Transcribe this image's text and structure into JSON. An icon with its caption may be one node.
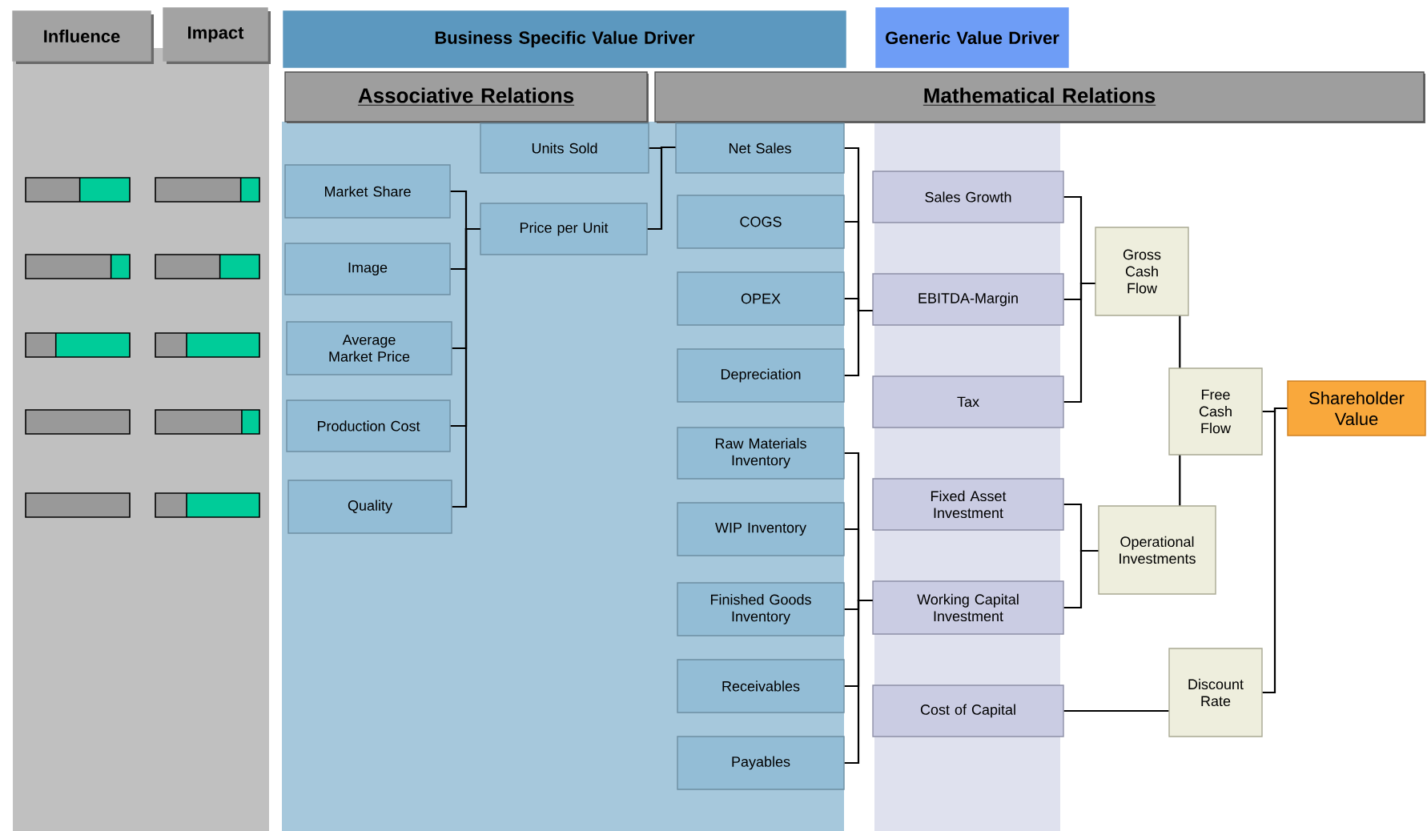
{
  "diagram": {
    "nodes": [
      {
        "text": [
          "Influence"
        ]
      },
      {
        "text": [
          "Impact"
        ]
      },
      {
        "text": [
          "Business Specific Value Driver"
        ]
      },
      {
        "text": [
          "Generic Value Driver"
        ]
      },
      {
        "text": [
          "Associative Relations"
        ]
      },
      {
        "text": [
          "Mathematical Relations"
        ]
      },
      {
        "text": [
          "Market Share"
        ]
      },
      {
        "text": [
          "Image"
        ]
      },
      {
        "text": [
          "Average Market Price"
        ]
      },
      {
        "text": [
          "Production Cost"
        ]
      },
      {
        "text": [
          "Quality"
        ]
      },
      {
        "text": [
          "Units Sold"
        ]
      },
      {
        "text": [
          "Price per Unit"
        ]
      },
      {
        "text": [
          "Net Sales"
        ]
      },
      {
        "text": [
          "COGS"
        ]
      },
      {
        "text": [
          "OPEX"
        ]
      },
      {
        "text": [
          "Depreciation"
        ]
      },
      {
        "text": [
          "Raw Materials Inventory"
        ]
      },
      {
        "text": [
          "WIP Inventory"
        ]
      },
      {
        "text": [
          "Finished Goods Inventory"
        ]
      },
      {
        "text": [
          "Receivables"
        ]
      },
      {
        "text": [
          "Payables"
        ]
      },
      {
        "text": [
          "Sales Growth"
        ]
      },
      {
        "text": [
          "EBITDA-Margin"
        ]
      },
      {
        "text": [
          "Tax"
        ]
      },
      {
        "text": [
          "Fixed Asset Investment"
        ]
      },
      {
        "text": [
          "Working Capital Investment"
        ]
      },
      {
        "text": [
          "Cost of Capital"
        ]
      },
      {
        "text": [
          "Gross Cash Flow"
        ]
      },
      {
        "text": [
          "Free Cash Flow"
        ]
      },
      {
        "text": [
          "Operational Investments"
        ]
      },
      {
        "text": [
          "Discount Rate"
        ]
      },
      {
        "text": [
          "Shareholder Value"
        ]
      }
    ],
    "edges": [
      {
        "from": 6,
        "to": 12,
        "arrow": "none"
      },
      {
        "from": 7,
        "to": 12,
        "arrow": "none"
      },
      {
        "from": 8,
        "to": 12,
        "arrow": "none"
      },
      {
        "from": 9,
        "to": 12,
        "arrow": "none"
      },
      {
        "from": 10,
        "to": 12,
        "arrow": "none"
      },
      {
        "from": 11,
        "to": 13,
        "arrow": "none"
      },
      {
        "from": 12,
        "to": 13,
        "arrow": "none"
      },
      {
        "from": 13,
        "to": 23,
        "arrow": "none"
      },
      {
        "from": 14,
        "to": 23,
        "arrow": "none"
      },
      {
        "from": 15,
        "to": 23,
        "arrow": "none"
      },
      {
        "from": 16,
        "to": 23,
        "arrow": "none"
      },
      {
        "from": 17,
        "to": 26,
        "arrow": "none"
      },
      {
        "from": 18,
        "to": 26,
        "arrow": "none"
      },
      {
        "from": 19,
        "to": 26,
        "arrow": "none"
      },
      {
        "from": 20,
        "to": 26,
        "arrow": "none"
      },
      {
        "from": 21,
        "to": 26,
        "arrow": "none"
      },
      {
        "from": 22,
        "to": 28,
        "arrow": "none"
      },
      {
        "from": 23,
        "to": 28,
        "arrow": "none"
      },
      {
        "from": 24,
        "to": 28,
        "arrow": "none"
      },
      {
        "from": 25,
        "to": 30,
        "arrow": "none"
      },
      {
        "from": 26,
        "to": 30,
        "arrow": "none"
      },
      {
        "from": 28,
        "to": 29,
        "arrow": "none"
      },
      {
        "from": 30,
        "to": 29,
        "arrow": "none"
      },
      {
        "from": 27,
        "to": 31,
        "arrow": "none"
      },
      {
        "from": 29,
        "to": 32,
        "arrow": "none"
      },
      {
        "from": 31,
        "to": 32,
        "arrow": "none"
      }
    ]
  }
}
